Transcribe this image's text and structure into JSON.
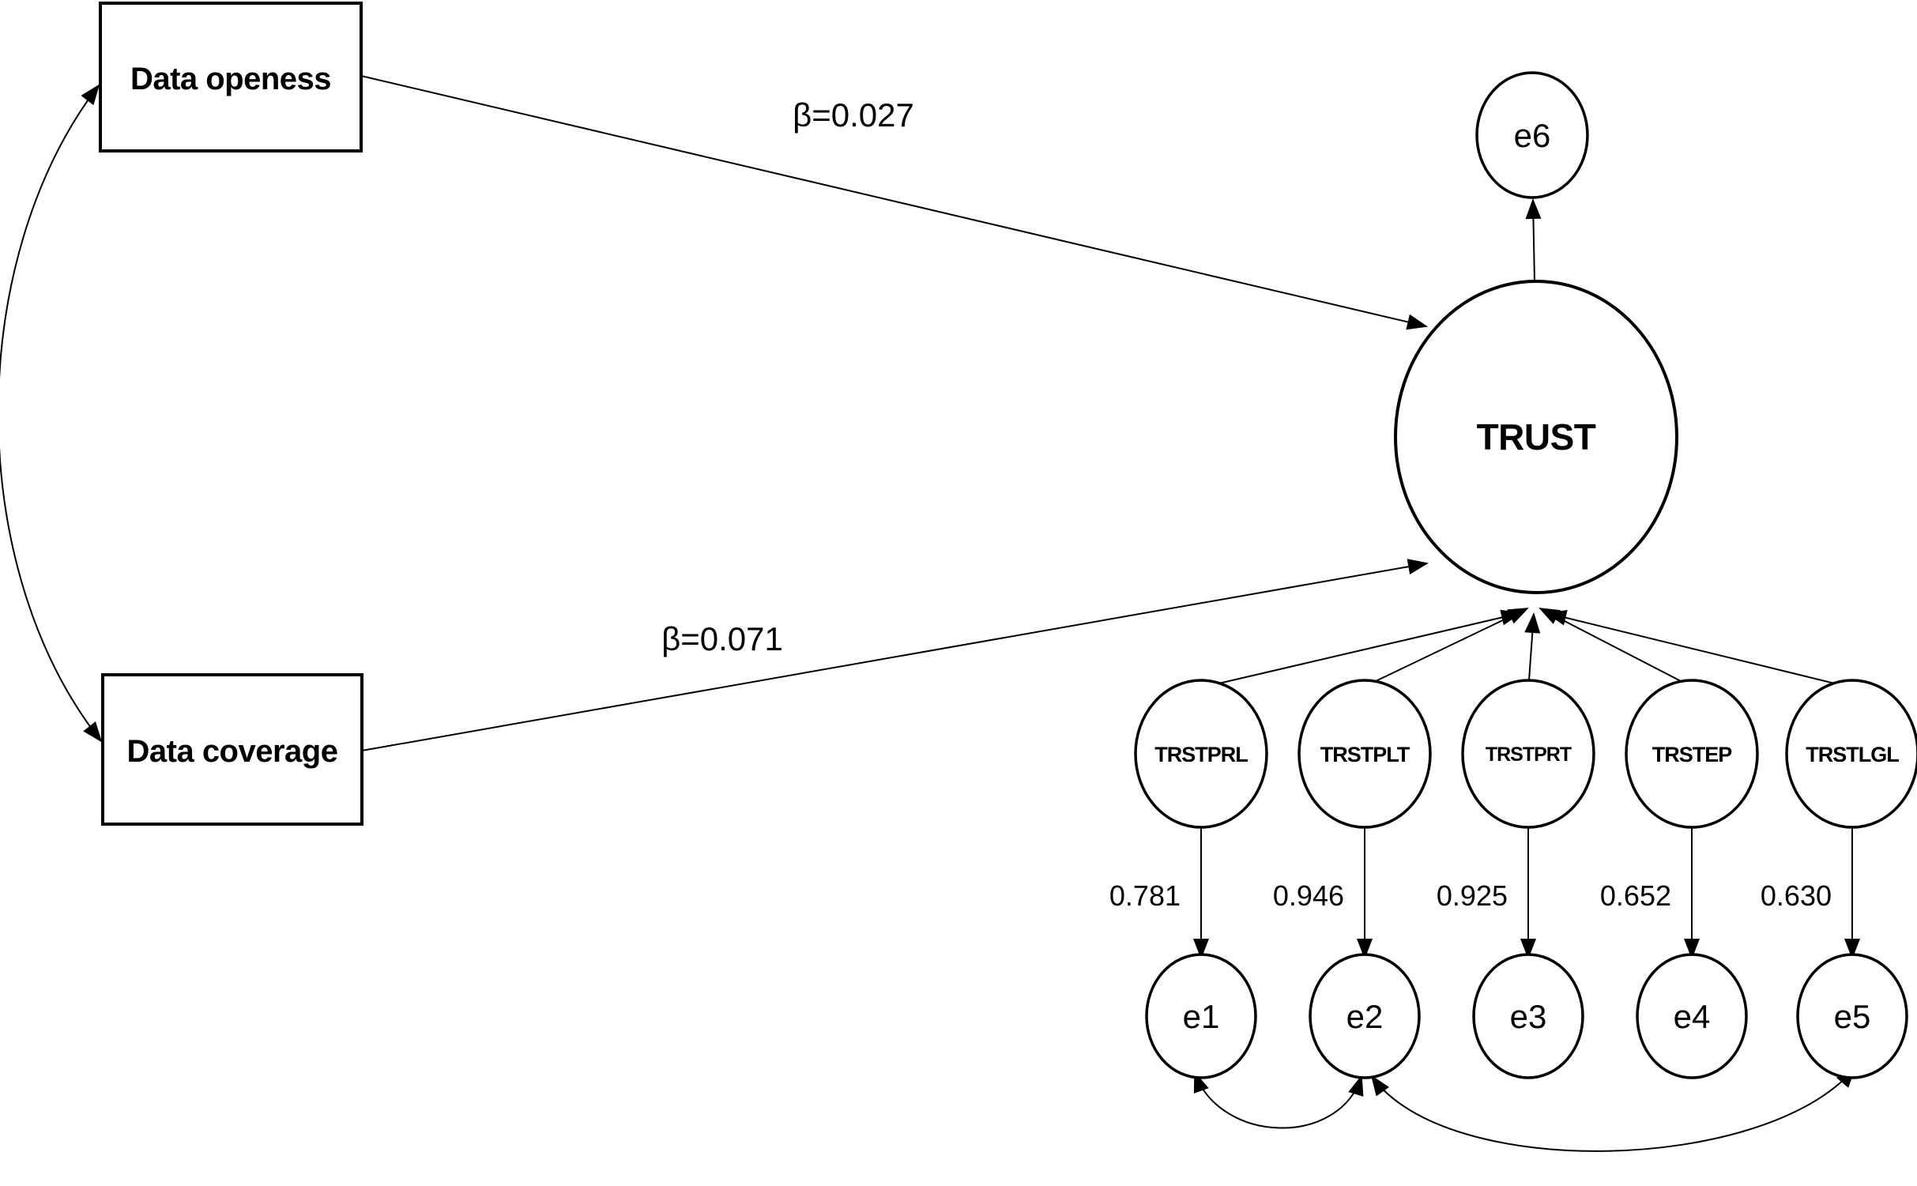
{
  "diagram_type": "structural-equation-model-path-diagram",
  "colors": {
    "background": "#ffffff",
    "stroke": "#000000",
    "text": "#000000"
  },
  "exogenous": {
    "data_openess": {
      "label": "Data openess"
    },
    "data_coverage": {
      "label": "Data coverage"
    }
  },
  "latent": {
    "trust": {
      "label": "TRUST"
    },
    "trust_error": {
      "label": "e6"
    }
  },
  "structural_paths": {
    "openess_to_trust": {
      "label": "β=0.027"
    },
    "coverage_to_trust": {
      "label": "β=0.071"
    }
  },
  "indicators": [
    {
      "label": "TRSTPRL",
      "loading": "0.781",
      "error": "e1"
    },
    {
      "label": "TRSTPLT",
      "loading": "0.946",
      "error": "e2"
    },
    {
      "label": "TRSTPRT",
      "loading": "0.925",
      "error": "e3"
    },
    {
      "label": "TRSTEP",
      "loading": "0.652",
      "error": "e4"
    },
    {
      "label": "TRSTLGL",
      "loading": "0.630",
      "error": "e5"
    }
  ],
  "covariances": [
    {
      "between": [
        "Data openess",
        "Data coverage"
      ]
    },
    {
      "between": [
        "e1",
        "e2"
      ]
    },
    {
      "between": [
        "e2",
        "e5"
      ]
    }
  ]
}
